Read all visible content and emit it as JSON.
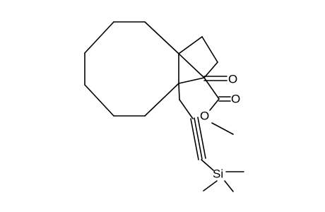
{
  "atom_labels": {
    "ketone_oxygen": "O",
    "carbonyl_oxygen": "O",
    "ester_oxygen": "O",
    "silicon": "Si"
  },
  "colors": {
    "background": "#ffffff",
    "bond": "#000000",
    "label": "#000000"
  }
}
